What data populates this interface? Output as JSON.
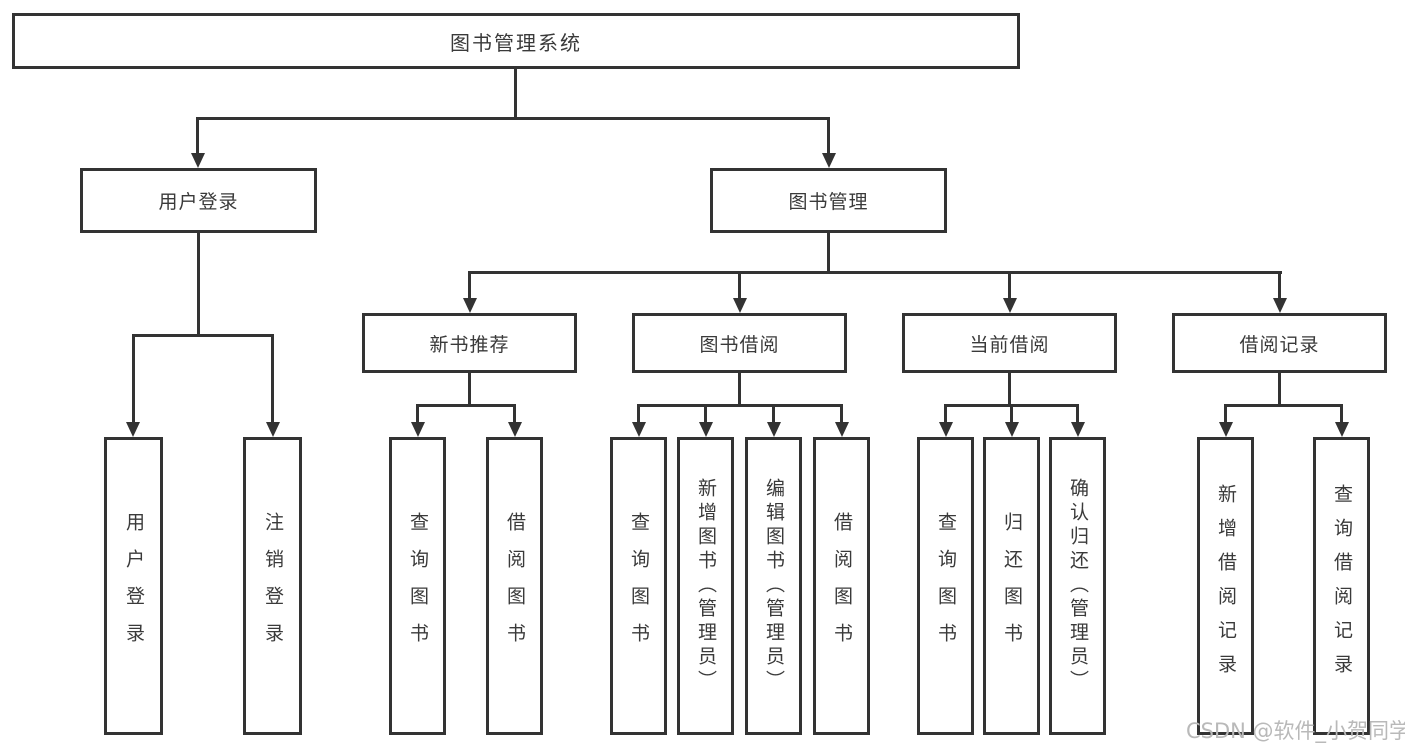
{
  "nodes": {
    "root": "图书管理系统",
    "user_login": "用户登录",
    "book_management": "图书管理",
    "login": "用户登录",
    "logout": "注销登录",
    "new_book": "新书推荐",
    "book_borrow": "图书借阅",
    "current_borrow": "当前借阅",
    "borrow_records": "借阅记录",
    "nb_query": "查询图书",
    "nb_borrow": "借阅图书",
    "bb_query": "查询图书",
    "bb_add": "新增图书（管理员）",
    "bb_edit": "编辑图书（管理员）",
    "bb_borrow": "借阅图书",
    "cb_query": "查询图书",
    "cb_return": "归还图书",
    "cb_confirm": "确认归还（管理员）",
    "rc_add": "新增借阅记录",
    "rc_query": "查询借阅记录"
  },
  "watermark": "CSDN @软件_小贺同学",
  "colors": {
    "line": "#333333",
    "text": "#3a3a3a",
    "watermark": "#b9b9b9",
    "background": "#ffffff"
  }
}
